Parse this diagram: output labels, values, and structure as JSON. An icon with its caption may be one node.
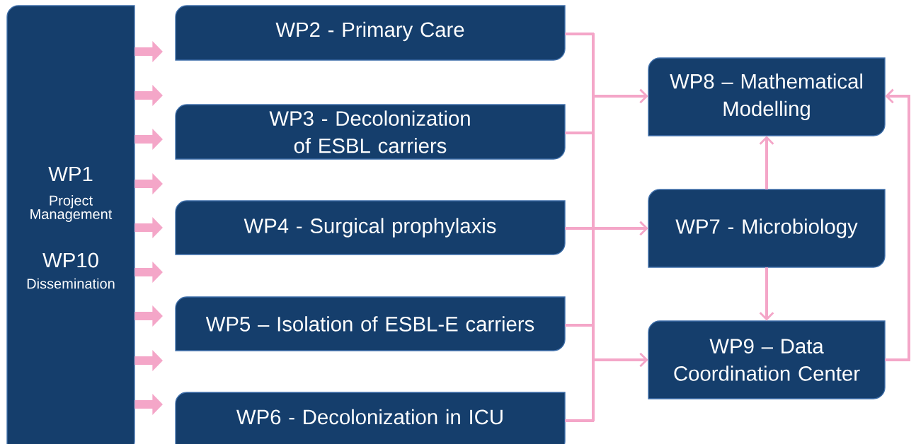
{
  "diagram": {
    "nodes": [
      {
        "text": [
          "WP1",
          "Project Management",
          "WP10",
          "Dissemination"
        ]
      },
      {
        "text": [
          "WP2 - Primary Care"
        ]
      },
      {
        "text": [
          "WP3 - Decolonization of ESBL carriers"
        ]
      },
      {
        "text": [
          "WP4 - Surgical prophylaxis"
        ]
      },
      {
        "text": [
          "WP5 – Isolation of ESBL-E carriers"
        ]
      },
      {
        "text": [
          "WP6 - Decolonization in ICU"
        ]
      },
      {
        "text": [
          "WP8 – Mathematical Modelling"
        ]
      },
      {
        "text": [
          "WP7 - Microbiology"
        ]
      },
      {
        "text": [
          "WP9 – Data Coordination Center"
        ]
      }
    ],
    "edges": [
      {
        "from": 0,
        "to": null,
        "arrow": "to",
        "style": "thick"
      },
      {
        "from": 0,
        "to": null,
        "arrow": "to",
        "style": "thick"
      },
      {
        "from": 0,
        "to": null,
        "arrow": "to",
        "style": "thick"
      },
      {
        "from": 0,
        "to": null,
        "arrow": "to",
        "style": "thick"
      },
      {
        "from": 0,
        "to": null,
        "arrow": "to",
        "style": "thick"
      },
      {
        "from": 0,
        "to": null,
        "arrow": "to",
        "style": "thick"
      },
      {
        "from": 0,
        "to": null,
        "arrow": "to",
        "style": "thick"
      },
      {
        "from": 0,
        "to": null,
        "arrow": "to",
        "style": "thick"
      },
      {
        "from": 0,
        "to": null,
        "arrow": "to",
        "style": "thick"
      },
      {
        "from": 1,
        "to": 6,
        "arrow": "to"
      },
      {
        "from": 1,
        "to": 7,
        "arrow": "to"
      },
      {
        "from": 1,
        "to": 8,
        "arrow": "to"
      },
      {
        "from": 2,
        "to": 6,
        "arrow": "to"
      },
      {
        "from": 2,
        "to": 7,
        "arrow": "to"
      },
      {
        "from": 2,
        "to": 8,
        "arrow": "to"
      },
      {
        "from": 3,
        "to": 6,
        "arrow": "to"
      },
      {
        "from": 3,
        "to": 7,
        "arrow": "to"
      },
      {
        "from": 3,
        "to": 8,
        "arrow": "to"
      },
      {
        "from": 4,
        "to": 6,
        "arrow": "to"
      },
      {
        "from": 4,
        "to": 7,
        "arrow": "to"
      },
      {
        "from": 4,
        "to": 8,
        "arrow": "to"
      },
      {
        "from": 5,
        "to": 6,
        "arrow": "to"
      },
      {
        "from": 5,
        "to": 7,
        "arrow": "to"
      },
      {
        "from": 5,
        "to": 8,
        "arrow": "to"
      },
      {
        "from": 7,
        "to": 6,
        "arrow": "to"
      },
      {
        "from": 7,
        "to": 8,
        "arrow": "to"
      },
      {
        "from": 8,
        "to": 6,
        "arrow": "to"
      }
    ]
  }
}
